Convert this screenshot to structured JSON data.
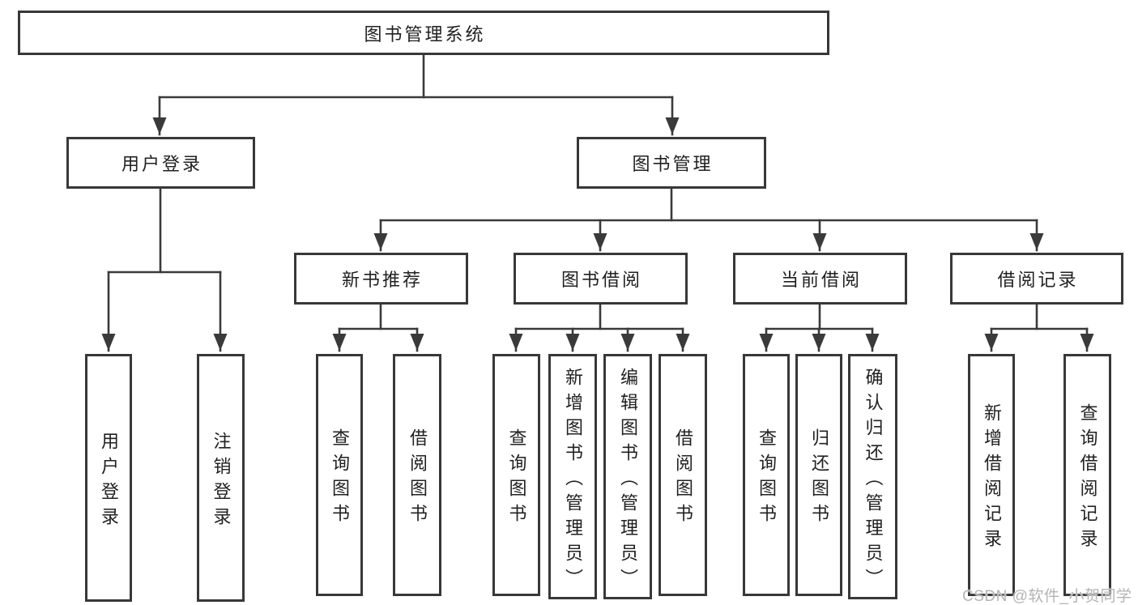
{
  "diagram": {
    "type": "hierarchy-tree",
    "root": {
      "label": "图书管理系统",
      "children": [
        {
          "label": "用户登录",
          "children": [
            {
              "label": "用户登录"
            },
            {
              "label": "注销登录"
            }
          ]
        },
        {
          "label": "图书管理",
          "children": [
            {
              "label": "新书推荐",
              "children": [
                {
                  "label": "查询图书"
                },
                {
                  "label": "借阅图书"
                }
              ]
            },
            {
              "label": "图书借阅",
              "children": [
                {
                  "label": "查询图书"
                },
                {
                  "label": "新增图书（管理员）"
                },
                {
                  "label": "编辑图书（管理员）"
                },
                {
                  "label": "借阅图书"
                }
              ]
            },
            {
              "label": "当前借阅",
              "children": [
                {
                  "label": "查询图书"
                },
                {
                  "label": "归还图书"
                },
                {
                  "label": "确认归还（管理员）"
                }
              ]
            },
            {
              "label": "借阅记录",
              "children": [
                {
                  "label": "新增借阅记录"
                },
                {
                  "label": "查询借阅记录"
                }
              ]
            }
          ]
        }
      ]
    }
  },
  "watermark": {
    "text": "CSDN @软件_小贺同学"
  },
  "colors": {
    "line": "#3a3a3a",
    "border": "#383838",
    "text": "#212121",
    "watermark": "#b4b4b4",
    "background": "#ffffff"
  }
}
